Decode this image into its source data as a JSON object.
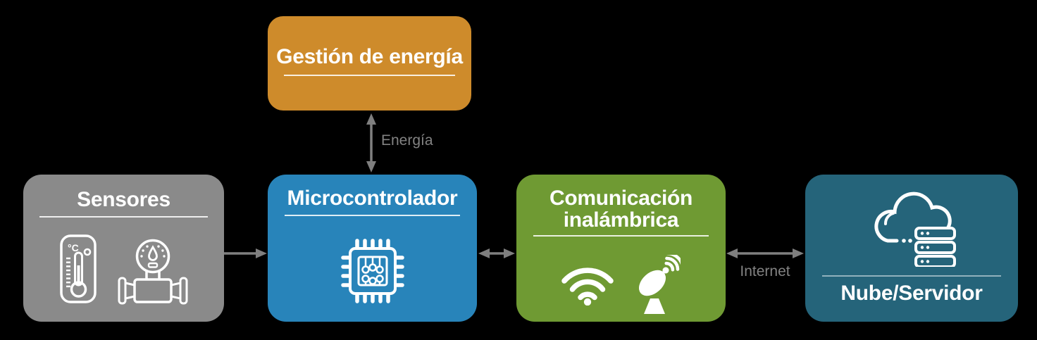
{
  "diagram": {
    "title": "IoT system block diagram",
    "colors": {
      "background": "#000000",
      "energy_box": "#CE8B2B",
      "sensors_box": "#8A8A8A",
      "microcontroller_box": "#2884BA",
      "wireless_box": "#6F9A33",
      "cloud_box": "#25647A",
      "arrow": "#7F7F7F",
      "edge_label": "#828282",
      "node_text": "#FFFFFF"
    },
    "nodes": {
      "energy": {
        "label": "Gestión de energía",
        "icons": []
      },
      "sensors": {
        "label": "Sensores",
        "thermometer_unit": "°C",
        "icons": [
          "thermometer-icon",
          "flow-meter-icon"
        ]
      },
      "micro": {
        "label": "Microcontrolador",
        "icons": [
          "chip-icon"
        ]
      },
      "wireless": {
        "lines": [
          "Comunicación",
          "inalámbrica"
        ],
        "icons": [
          "wifi-icon",
          "satellite-dish-icon"
        ]
      },
      "cloud": {
        "label": "Nube/Servidor",
        "icons": [
          "cloud-server-icon"
        ]
      }
    },
    "edges": {
      "energy_micro": {
        "label": "Energía",
        "direction": "bidirectional"
      },
      "sensors_micro": {
        "label": "",
        "direction": "right"
      },
      "micro_wireless": {
        "label": "",
        "direction": "bidirectional"
      },
      "wireless_cloud": {
        "label": "Internet",
        "direction": "bidirectional"
      }
    }
  }
}
